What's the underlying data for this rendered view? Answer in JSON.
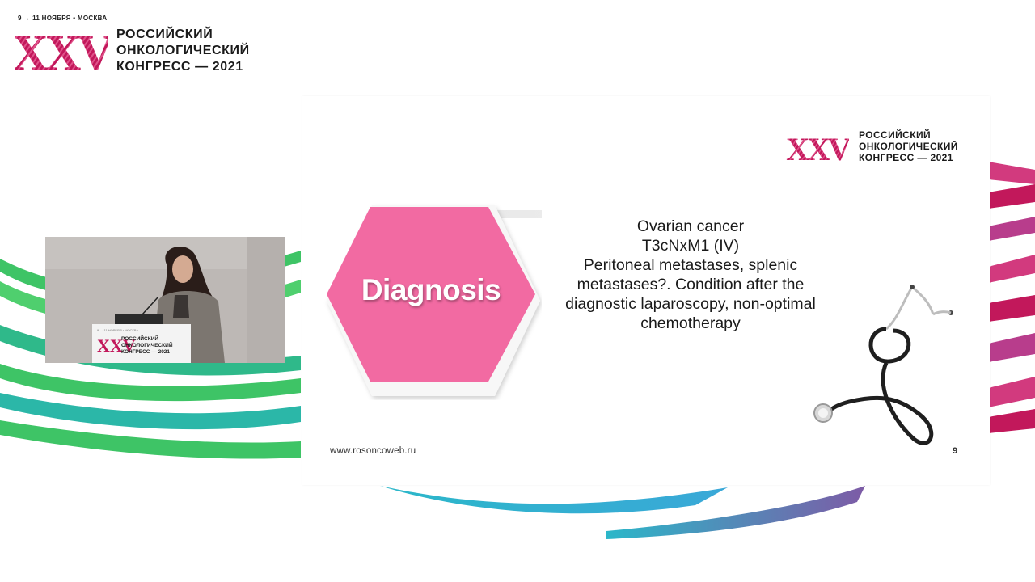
{
  "header": {
    "date_line": "9 → 11 НОЯБРЯ • МОСКВА",
    "logo_mark": "XXV",
    "title_lines": [
      "РОССИЙСКИЙ",
      "ОНКОЛОГИЧЕСКИЙ",
      "КОНГРЕСС — 2021"
    ]
  },
  "slide": {
    "logo_mark": "XXV",
    "logo_title_lines": [
      "РОССИЙСКИЙ",
      "ОНКОЛОГИЧЕСКИЙ",
      "КОНГРЕСС — 2021"
    ],
    "diagnosis_label": "Diagnosis",
    "diagnosis_lines": [
      "Ovarian cancer",
      "T3cNxM1 (IV)",
      "Peritoneal metastases, splenic",
      "metastases?. Condition after the",
      "diagnostic laparoscopy, non-optimal",
      "chemotherapy"
    ],
    "url": "www.rosoncoweb.ru",
    "page_number": "9"
  },
  "speaker_video": {
    "podium_date": "9 → 11 НОЯБРЯ • МОСКВА",
    "podium_mark": "XXV",
    "podium_title_lines": [
      "РОССИЙСКИЙ",
      "ОНКОЛОГИЧЕСКИЙ",
      "КОНГРЕСС — 2021"
    ]
  },
  "colors": {
    "brand_magenta": "#c2185b",
    "diagnosis_pink": "#f26aa2",
    "green_wave": "#3ec466",
    "teal_wave": "#2bb7c9",
    "purple_wave": "#7d5ba6"
  }
}
